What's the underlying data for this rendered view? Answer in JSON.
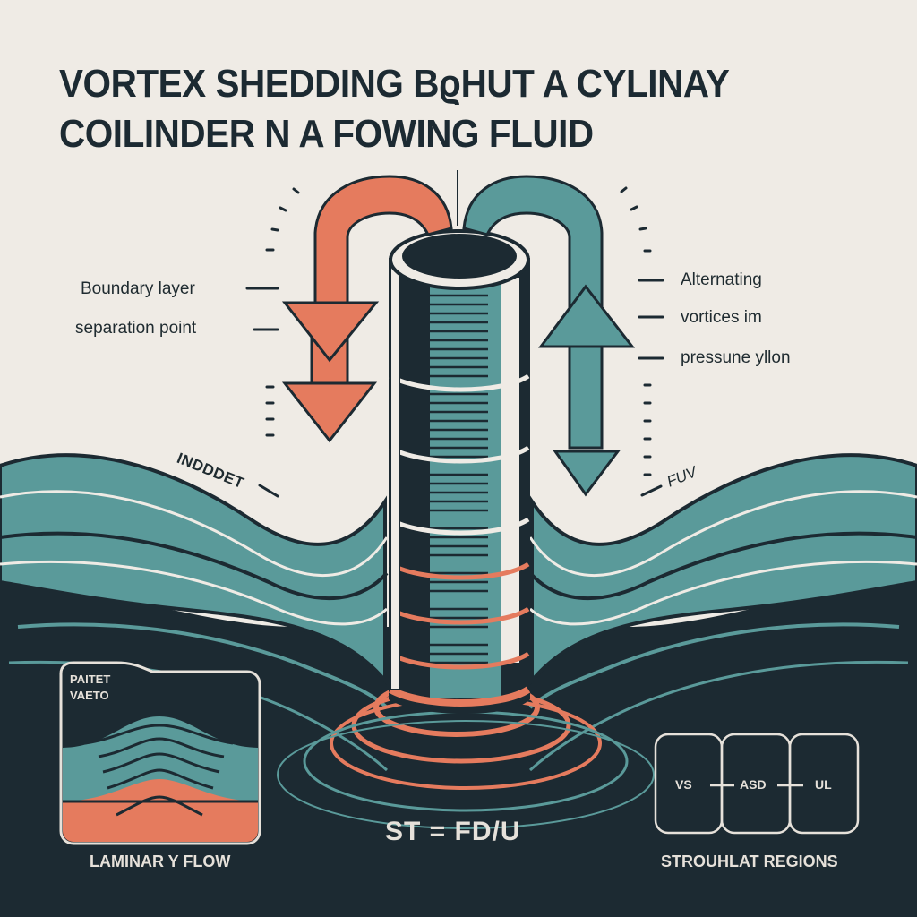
{
  "title": {
    "line1": "VORTEX SHEDDING BϱHUT A CYLINAY",
    "line2": "COILINDER N A FOWING FLUID"
  },
  "annotations": {
    "left": [
      "Boundary layer",
      "separation point"
    ],
    "right": [
      "Alternating",
      "vortices im",
      "pressune yllon"
    ],
    "tilted_left": "INDDDET",
    "tilted_right": "FUV"
  },
  "inset": {
    "label_lines": [
      "PAITET",
      "VAETO"
    ],
    "caption": "LAMINAR Y FLOW"
  },
  "formula": "ST = FD/U",
  "regions": {
    "boxes": [
      "VS",
      "ASD",
      "UL"
    ],
    "caption": "STROUHLAT REGIONS"
  },
  "colors": {
    "background": "#efebe5",
    "dark": "#1c2a32",
    "teal": "#5a9a9a",
    "coral": "#e57b5e",
    "cream": "#efebe5"
  },
  "icons": {
    "left_arrow": "curved-arrow-down-coral",
    "right_arrow": "curved-arrow-up-down-teal",
    "cylinder": "cylinder"
  }
}
